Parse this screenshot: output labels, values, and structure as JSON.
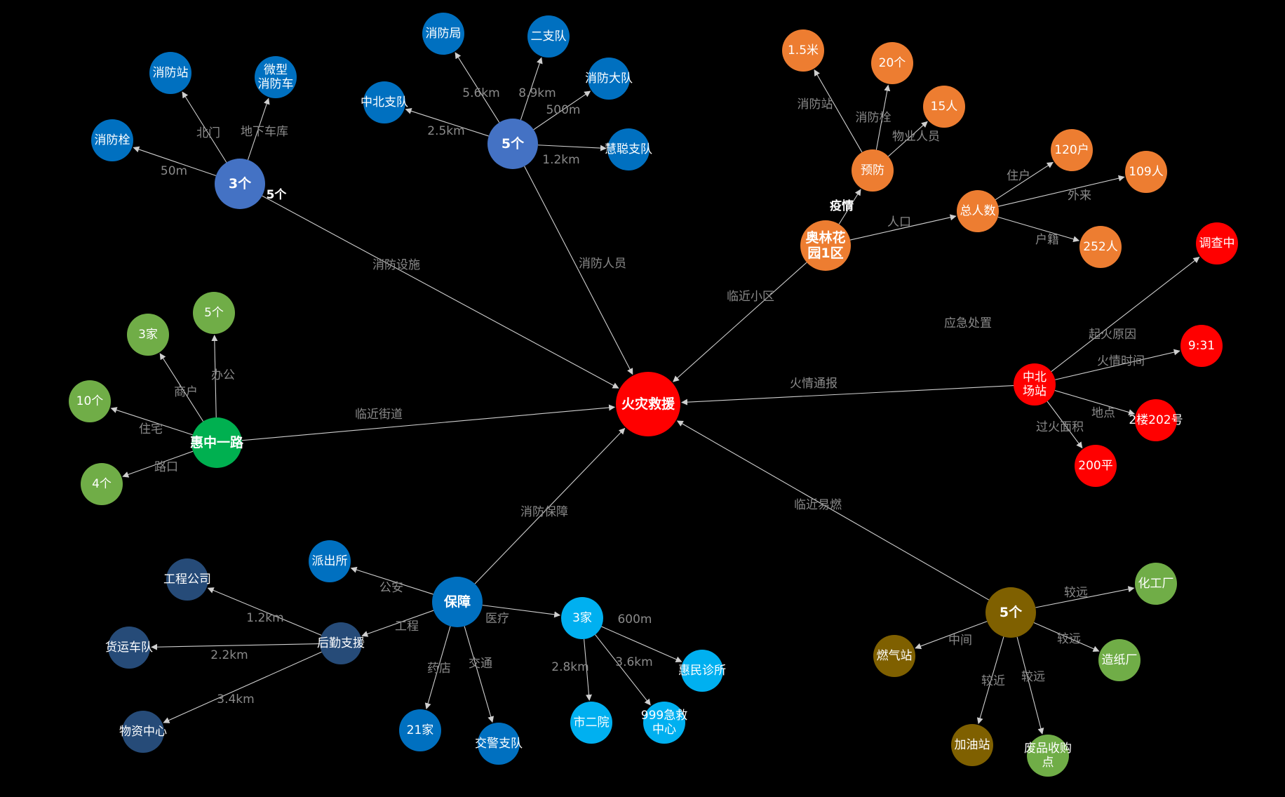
{
  "colors": {
    "fire": "#ff0000",
    "facility": "#4472c4",
    "blue": "#0070c0",
    "orange": "#ed7d31",
    "green": "#70ad47",
    "darkgreen": "#00b050",
    "navy": "#264b78",
    "lightblue": "#00b0f0",
    "olive": "#7f6000",
    "edge": "#cfcfcf"
  },
  "nodes": [
    {
      "id": "center",
      "label": "火灾救援",
      "color": "fire",
      "bold": true
    },
    {
      "id": "n3ge",
      "label": "3个",
      "color": "facility",
      "bold": true
    },
    {
      "id": "xfs_top",
      "label": "消防站",
      "color": "blue"
    },
    {
      "id": "wxxfc",
      "label": "微型\n消防车",
      "color": "blue"
    },
    {
      "id": "xfs_hy",
      "label": "消防栓",
      "color": "blue"
    },
    {
      "id": "n5ge",
      "label": "5个",
      "color": "facility",
      "bold": true
    },
    {
      "id": "xfj",
      "label": "消防局",
      "color": "blue"
    },
    {
      "id": "ezd",
      "label": "二支队",
      "color": "blue"
    },
    {
      "id": "xfdd",
      "label": "消防大队",
      "color": "blue"
    },
    {
      "id": "zbzd",
      "label": "中北支队",
      "color": "blue"
    },
    {
      "id": "hczd",
      "label": "慧聪支队",
      "color": "blue"
    },
    {
      "id": "alhy",
      "label": "奥林花\n园1区",
      "color": "orange",
      "bold": true
    },
    {
      "id": "yf",
      "label": "预防",
      "color": "orange"
    },
    {
      "id": "m15",
      "label": "1.5米",
      "color": "orange"
    },
    {
      "id": "g20",
      "label": "20个",
      "color": "orange"
    },
    {
      "id": "r15",
      "label": "15人",
      "color": "orange"
    },
    {
      "id": "zrs",
      "label": "总人数",
      "color": "orange"
    },
    {
      "id": "h120",
      "label": "120户",
      "color": "orange"
    },
    {
      "id": "r109",
      "label": "109人",
      "color": "orange"
    },
    {
      "id": "r252",
      "label": "252人",
      "color": "orange"
    },
    {
      "id": "zbcz",
      "label": "中北\n场站",
      "color": "fire"
    },
    {
      "id": "dcz",
      "label": "调查中",
      "color": "fire"
    },
    {
      "id": "t931",
      "label": "9:31",
      "color": "fire"
    },
    {
      "id": "l2",
      "label": "2楼202号",
      "color": "fire"
    },
    {
      "id": "p200",
      "label": "200平",
      "color": "fire"
    },
    {
      "id": "hzyl",
      "label": "惠中一路",
      "color": "darkgreen",
      "bold": true
    },
    {
      "id": "j3",
      "label": "3家",
      "color": "green"
    },
    {
      "id": "g5",
      "label": "5个",
      "color": "green"
    },
    {
      "id": "g10",
      "label": "10个",
      "color": "green"
    },
    {
      "id": "g4",
      "label": "4个",
      "color": "green"
    },
    {
      "id": "bz",
      "label": "保障",
      "color": "blue",
      "bold": true
    },
    {
      "id": "pcs",
      "label": "派出所",
      "color": "blue"
    },
    {
      "id": "j21",
      "label": "21家",
      "color": "blue"
    },
    {
      "id": "jjzd",
      "label": "交警支队",
      "color": "blue"
    },
    {
      "id": "hqzy",
      "label": "后勤支援",
      "color": "navy"
    },
    {
      "id": "gcgs",
      "label": "工程公司",
      "color": "navy"
    },
    {
      "id": "hycd",
      "label": "货运车队",
      "color": "navy"
    },
    {
      "id": "wzzx",
      "label": "物资中心",
      "color": "navy"
    },
    {
      "id": "jia3",
      "label": "3家",
      "color": "lightblue"
    },
    {
      "id": "hmzs",
      "label": "惠民诊所",
      "color": "lightblue"
    },
    {
      "id": "seyuan",
      "label": "市二院",
      "color": "lightblue"
    },
    {
      "id": "jjzx",
      "label": "999急救\n中心",
      "color": "lightblue"
    },
    {
      "id": "o5",
      "label": "5个",
      "color": "olive",
      "bold": true
    },
    {
      "id": "rqz",
      "label": "燃气站",
      "color": "olive"
    },
    {
      "id": "jyz",
      "label": "加油站",
      "color": "olive"
    },
    {
      "id": "hgc",
      "label": "化工厂",
      "color": "green"
    },
    {
      "id": "zzc",
      "label": "造纸厂",
      "color": "green"
    },
    {
      "id": "fpsgd",
      "label": "废品收购\n点",
      "color": "green"
    }
  ],
  "edges": [
    {
      "from": "n3ge",
      "to": "center",
      "label": "消防设施"
    },
    {
      "from": "n5ge",
      "to": "center",
      "label": "消防人员"
    },
    {
      "from": "alhy",
      "to": "center",
      "label": "临近小区"
    },
    {
      "from": "zbcz",
      "to": "center",
      "label": "火情通报"
    },
    {
      "from": "hzyl",
      "to": "center",
      "label": "临近街道"
    },
    {
      "from": "bz",
      "to": "center",
      "label": "消防保障"
    },
    {
      "from": "o5",
      "to": "center",
      "label": "临近易燃"
    },
    {
      "from": "n3ge",
      "to": "xfs_top",
      "label": "北门"
    },
    {
      "from": "n3ge",
      "to": "wxxfc",
      "label": "地下车库"
    },
    {
      "from": "n3ge",
      "to": "xfs_hy",
      "label": "50m"
    },
    {
      "from": "n5ge",
      "to": "xfj",
      "label": "5.6km"
    },
    {
      "from": "n5ge",
      "to": "ezd",
      "label": "8.9km"
    },
    {
      "from": "n5ge",
      "to": "xfdd",
      "label": "500m"
    },
    {
      "from": "n5ge",
      "to": "zbzd",
      "label": "2.5km"
    },
    {
      "from": "n5ge",
      "to": "hczd",
      "label": "1.2km"
    },
    {
      "from": "alhy",
      "to": "yf",
      "label": "疫情",
      "white": true
    },
    {
      "from": "alhy",
      "to": "zrs",
      "label": "人口"
    },
    {
      "from": "yf",
      "to": "m15",
      "label": "消防站"
    },
    {
      "from": "yf",
      "to": "g20",
      "label": "消防栓"
    },
    {
      "from": "yf",
      "to": "r15",
      "label": "物业人员"
    },
    {
      "from": "zrs",
      "to": "h120",
      "label": "住户"
    },
    {
      "from": "zrs",
      "to": "r109",
      "label": "外来"
    },
    {
      "from": "zrs",
      "to": "r252",
      "label": "户籍"
    },
    {
      "from": "zbcz",
      "to": "dcz",
      "label": "起火原因"
    },
    {
      "from": "zbcz",
      "to": "t931",
      "label": "火情时间"
    },
    {
      "from": "zbcz",
      "to": "l2",
      "label": "地点"
    },
    {
      "from": "zbcz",
      "to": "p200",
      "label": "过火面积"
    },
    {
      "from": "hzyl",
      "to": "j3",
      "label": "商户"
    },
    {
      "from": "hzyl",
      "to": "g5",
      "label": "办公"
    },
    {
      "from": "hzyl",
      "to": "g10",
      "label": "住宅"
    },
    {
      "from": "hzyl",
      "to": "g4",
      "label": "路口"
    },
    {
      "from": "bz",
      "to": "pcs",
      "label": "公安"
    },
    {
      "from": "bz",
      "to": "hqzy",
      "label": "工程"
    },
    {
      "from": "bz",
      "to": "jia3",
      "label": "医疗"
    },
    {
      "from": "bz",
      "to": "j21",
      "label": "药店"
    },
    {
      "from": "bz",
      "to": "jjzd",
      "label": "交通"
    },
    {
      "from": "hqzy",
      "to": "gcgs",
      "label": "1.2km"
    },
    {
      "from": "hqzy",
      "to": "hycd",
      "label": "2.2km"
    },
    {
      "from": "hqzy",
      "to": "wzzx",
      "label": "3.4km"
    },
    {
      "from": "jia3",
      "to": "hmzs",
      "label": "600m"
    },
    {
      "from": "jia3",
      "to": "seyuan",
      "label": "2.8km"
    },
    {
      "from": "jia3",
      "to": "jjzx",
      "label": "3.6km"
    },
    {
      "from": "o5",
      "to": "rqz",
      "label": "中间"
    },
    {
      "from": "o5",
      "to": "jyz",
      "label": "较近"
    },
    {
      "from": "o5",
      "to": "hgc",
      "label": "较远"
    },
    {
      "from": "o5",
      "to": "zzc",
      "label": "较远"
    },
    {
      "from": "o5",
      "to": "fpsgd",
      "label": "较远"
    }
  ],
  "floating_labels": [
    {
      "id": "yjcz",
      "text": "应急处置"
    },
    {
      "id": "n3ge_note",
      "text": "5个",
      "white": true
    }
  ]
}
